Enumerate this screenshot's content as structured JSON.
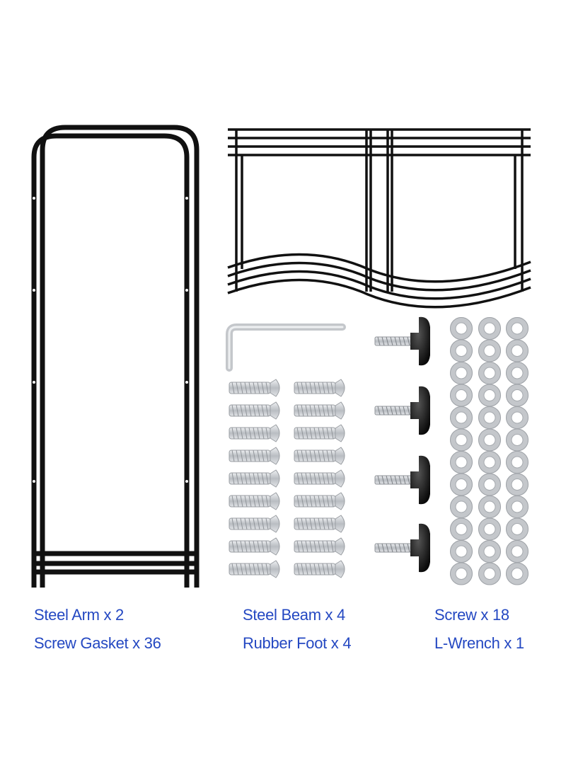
{
  "labels": {
    "steel_arm": "Steel Arm x 2",
    "screw_gasket": "Screw Gasket x 36",
    "steel_beam": "Steel Beam x 4",
    "rubber_foot": "Rubber Foot x 4",
    "screw": "Screw x 18",
    "l_wrench": "L-Wrench x 1"
  },
  "colors": {
    "label_text": "#2448c2",
    "frame": "#111111",
    "metal": "#c9ccd0"
  }
}
